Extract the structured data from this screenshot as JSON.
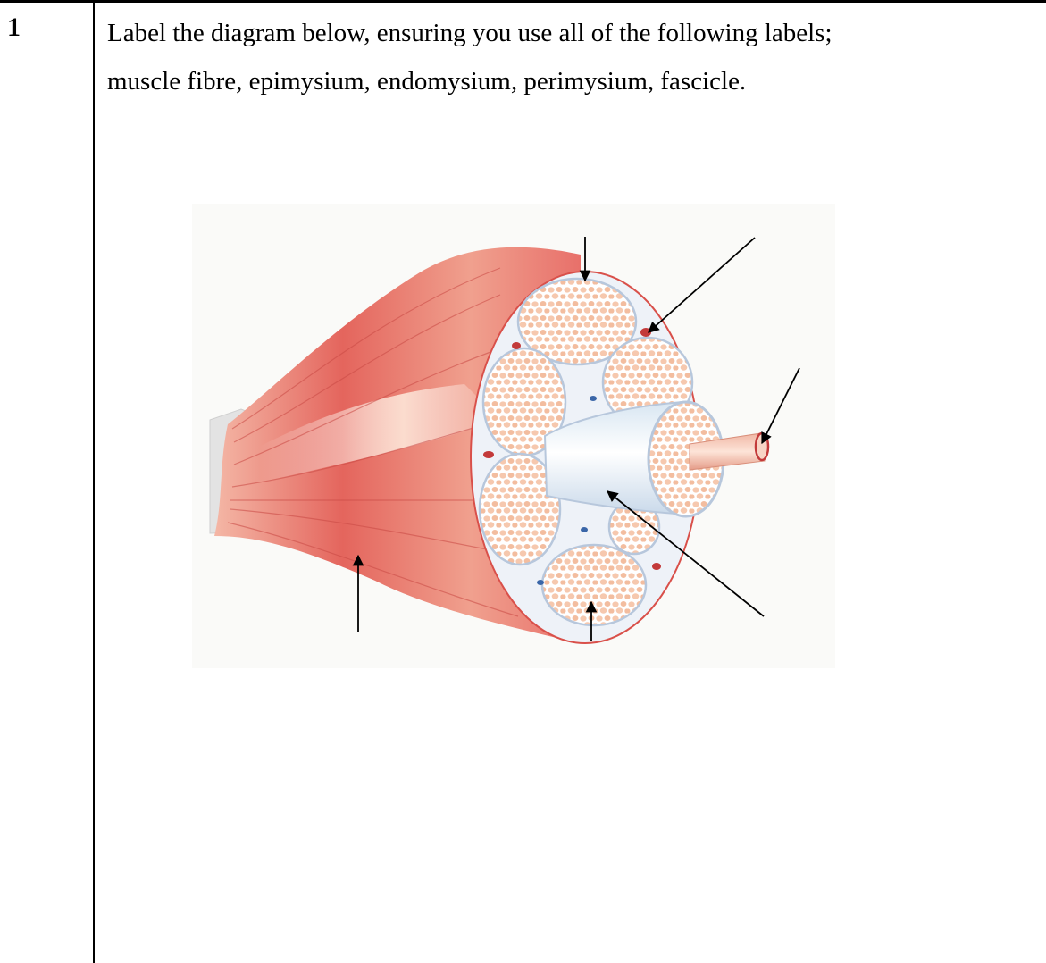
{
  "question": {
    "number": "1",
    "line1": "Label the diagram below, ensuring you use all of the following labels;",
    "line2": "muscle fibre, epimysium, endomysium, perimysium, fascicle."
  },
  "diagram": {
    "subject": "muscle cross-section with blank label arrows",
    "arrow_count": 6,
    "colors": {
      "muscle": "#e8706a",
      "sheath": "#eef2f8",
      "fibre": "#f5c4a8",
      "vessel": "#c33a3a"
    }
  }
}
